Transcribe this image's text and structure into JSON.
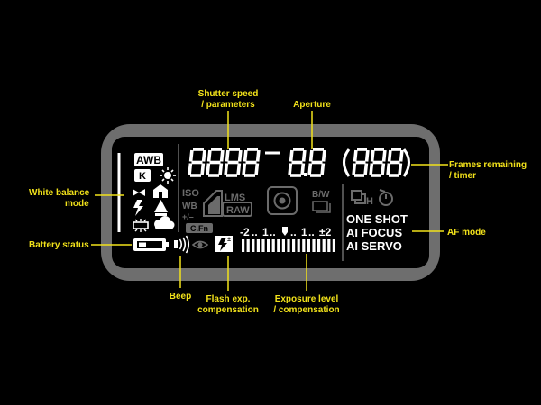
{
  "annotations": {
    "shutter_line1": "Shutter speed",
    "shutter_line2": "/ parameters",
    "aperture": "Aperture",
    "frames_line1": "Frames remaining",
    "frames_line2": "/ timer",
    "white_balance_line1": "White balance",
    "white_balance_line2": "mode",
    "battery": "Battery status",
    "af_mode": "AF mode",
    "beep": "Beep",
    "flash_line1": "Flash exp.",
    "flash_line2": "compensation",
    "exposure_line1": "Exposure level",
    "exposure_line2": "/ compensation"
  },
  "lcd": {
    "wb_awb": "AWB",
    "wb_k": "K",
    "iso": "ISO",
    "wb": "WB",
    "wb_adjust": "+/–",
    "cfn": "C.Fn",
    "lms": "LMS",
    "raw": "RAW",
    "bw": "B/W",
    "drive_h": "H",
    "af_one_shot": "ONE SHOT",
    "af_ai_focus": "AI FOCUS",
    "af_ai_servo": "AI SERVO",
    "exp_minus2": "-2",
    "exp_minus1": "1",
    "exp_plus1": "1",
    "exp_plus2": "±2",
    "exp_dots": "..",
    "flash_symbol": "±",
    "shutter_digits": "8888",
    "aperture_digits": "8.8",
    "frames_digits": "888"
  },
  "colors": {
    "background": "#000000",
    "bezel": "#6e6e6e",
    "lcd": "#000000",
    "lit": "#ffffff",
    "unlit": "#6b6b6b",
    "annotation": "#f2e21a"
  },
  "icons": [
    "daylight-icon",
    "tungsten-icon",
    "shade-icon",
    "flash-wb-icon",
    "fluorescent-icon",
    "cloudy-icon",
    "custom-wb-icon",
    "battery-icon",
    "beep-icon",
    "red-eye-icon",
    "flash-comp-icon",
    "metering-icon",
    "picture-style-icon",
    "drive-icon",
    "self-timer-icon"
  ]
}
